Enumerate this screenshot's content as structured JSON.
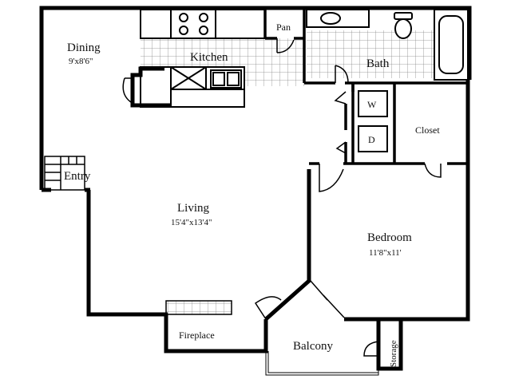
{
  "rooms": {
    "dining": {
      "name": "Dining",
      "size": "9'x8'6\""
    },
    "kitchen": {
      "name": "Kitchen"
    },
    "pantry": {
      "name": "Pan"
    },
    "bath": {
      "name": "Bath"
    },
    "washer": {
      "name": "W"
    },
    "dryer": {
      "name": "D"
    },
    "closet": {
      "name": "Closet"
    },
    "entry": {
      "name": "Entry"
    },
    "living": {
      "name": "Living",
      "size": "15'4\"x13'4\""
    },
    "bedroom": {
      "name": "Bedroom",
      "size": "11'8\"x11'"
    },
    "fireplace": {
      "name": "Fireplace"
    },
    "balcony": {
      "name": "Balcony"
    },
    "storage": {
      "name": "Storage"
    }
  }
}
